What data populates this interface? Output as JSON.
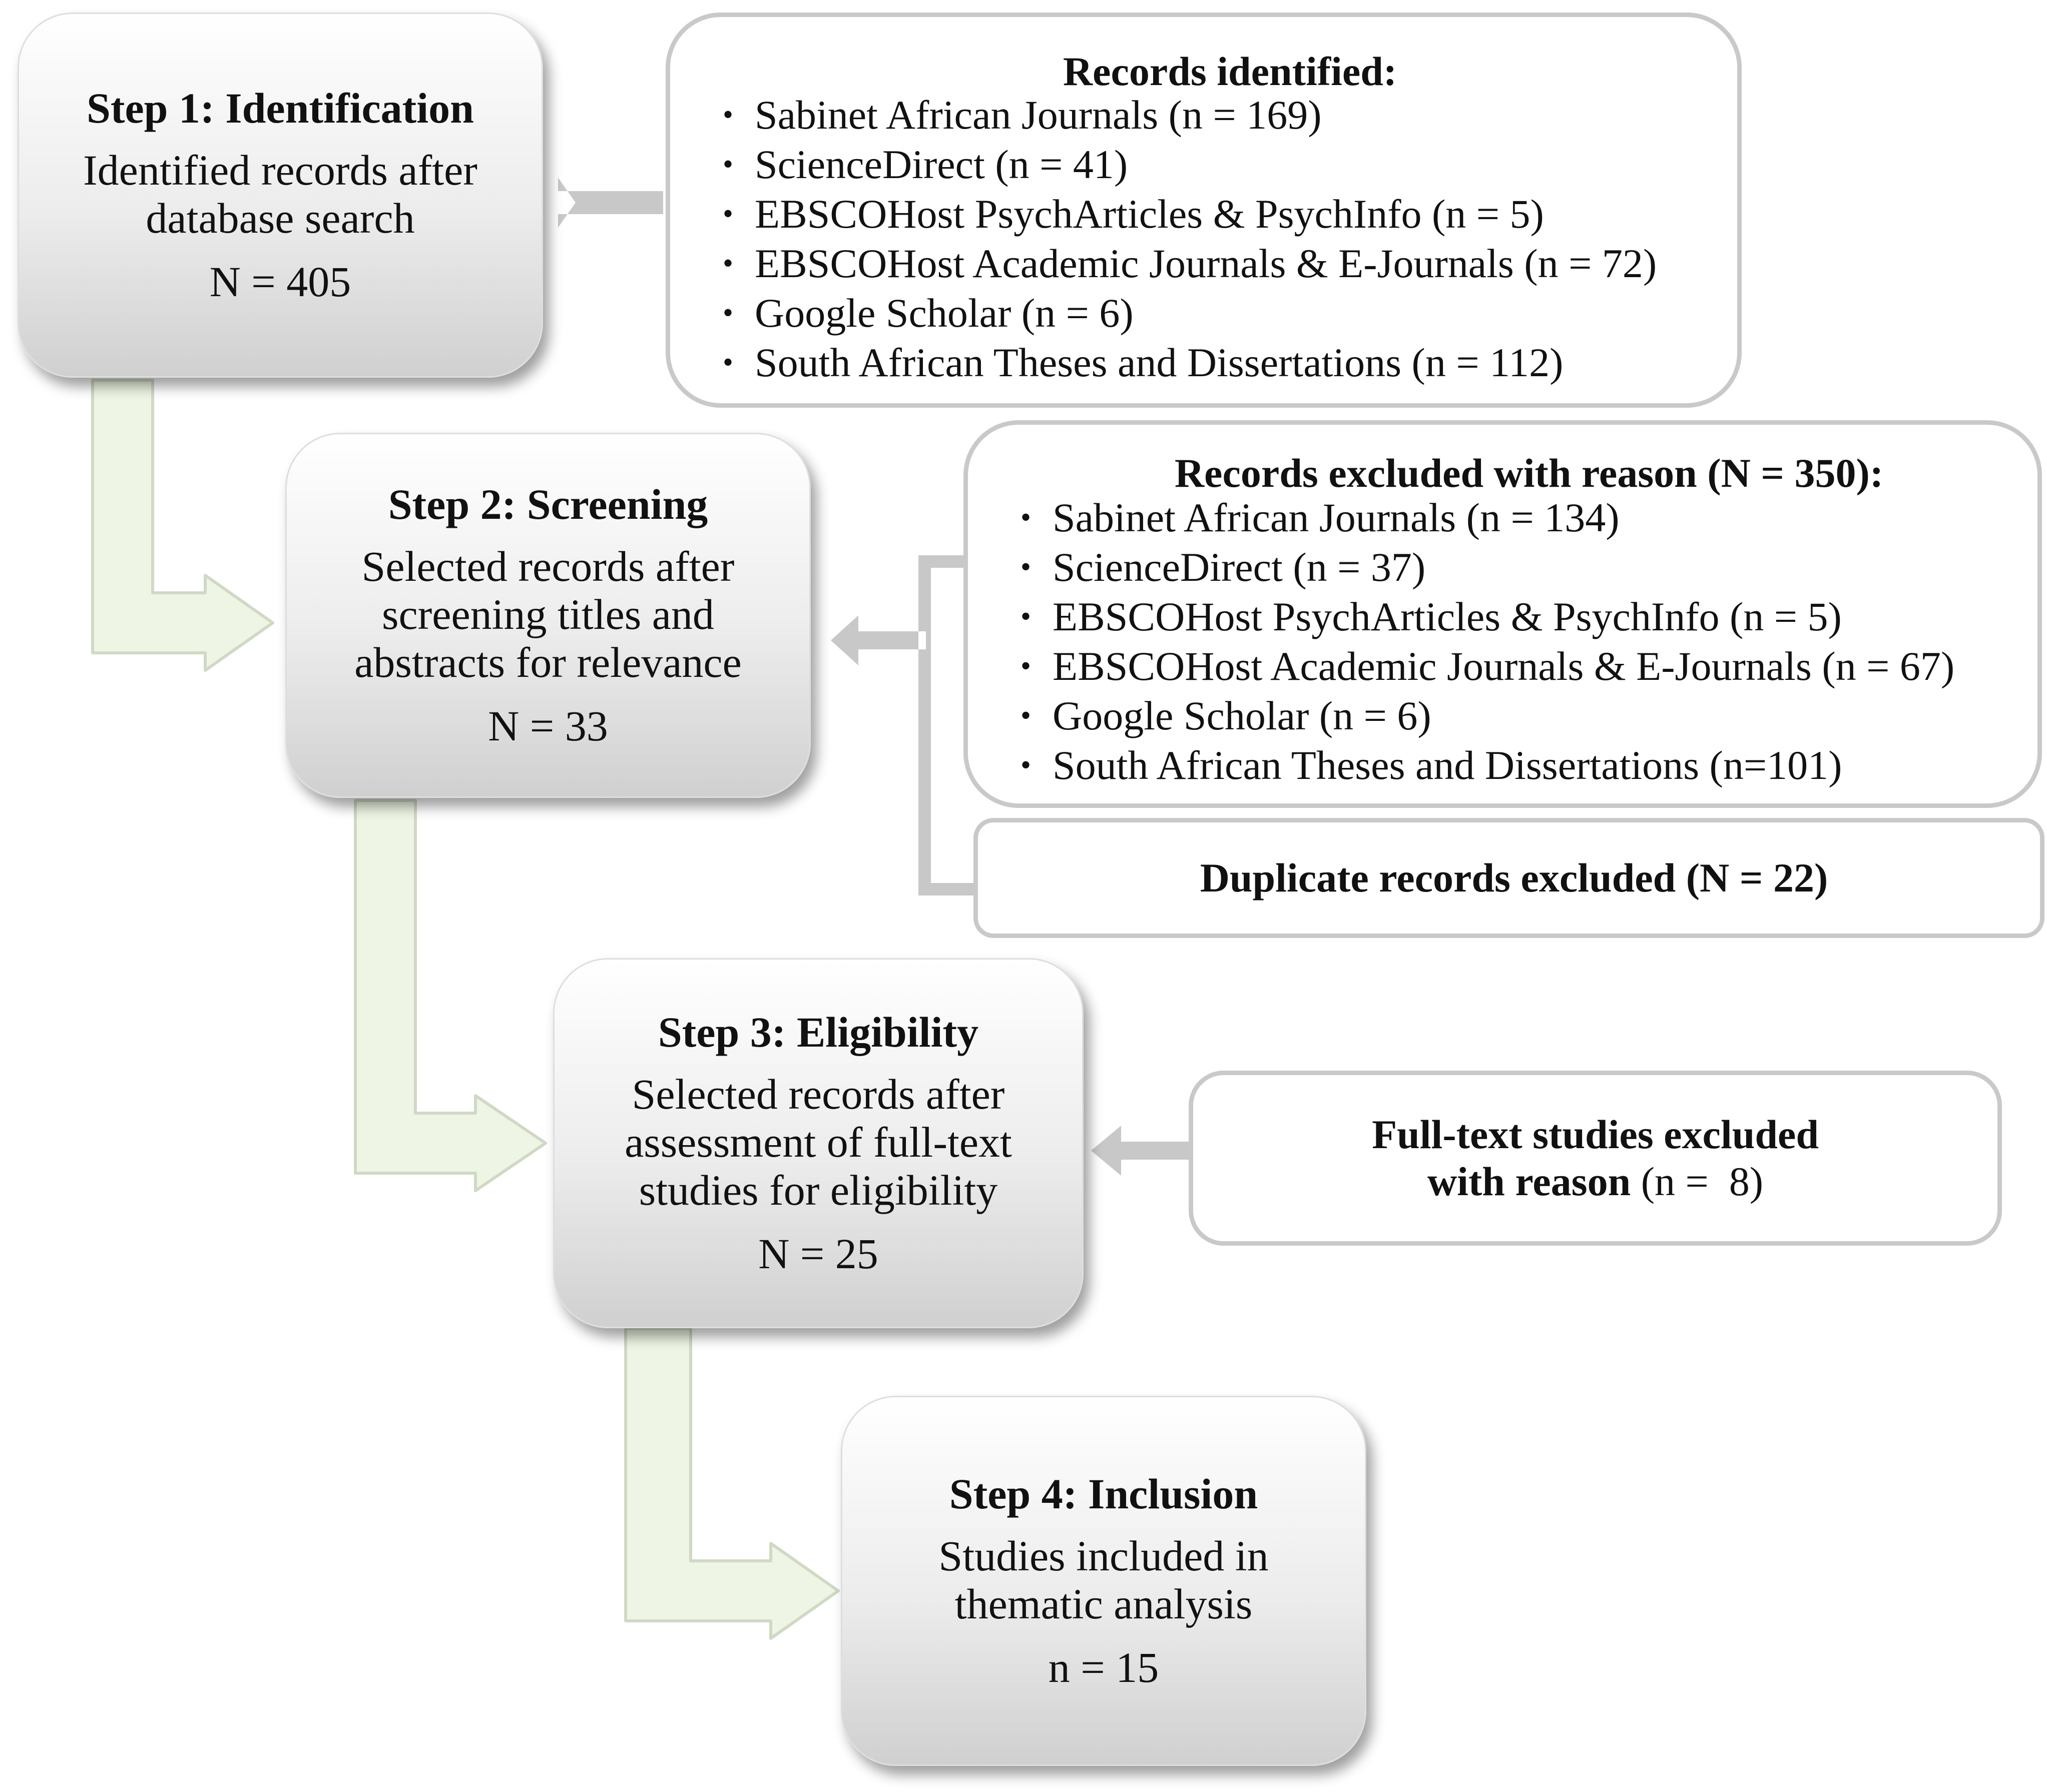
{
  "steps": [
    {
      "title": "Step 1:  Identification",
      "description": [
        "Identified records after",
        "database search"
      ],
      "n": "N = 405"
    },
    {
      "title": "Step 2: Screening",
      "description": [
        "Selected records after",
        "screening titles and",
        "abstracts for relevance"
      ],
      "n": "N = 33"
    },
    {
      "title": "Step 3:  Eligibility",
      "description": [
        "Selected records after",
        "assessment of full-text",
        "studies for eligibility"
      ],
      "n": "N = 25"
    },
    {
      "title": "Step 4:  Inclusion",
      "description": [
        "Studies included in",
        "thematic analysis"
      ],
      "n": "n = 15"
    }
  ],
  "records_identified": {
    "heading": "Records identified:",
    "items": [
      "Sabinet African Journals (n = 169)",
      "ScienceDirect (n = 41)",
      "EBSCOHost PsychArticles & PsychInfo (n = 5)",
      "EBSCOHost Academic Journals & E-Journals (n = 72)",
      "Google Scholar (n = 6)",
      "South African Theses and Dissertations (n = 112)"
    ]
  },
  "records_excluded": {
    "heading": "Records excluded with reason (N = 350):",
    "items": [
      "Sabinet African Journals (n = 134)",
      "ScienceDirect (n = 37)",
      "EBSCOHost PsychArticles & PsychInfo (n = 5)",
      "EBSCOHost Academic Journals & E-Journals (n = 67)",
      "Google Scholar (n = 6)",
      "South African Theses and Dissertations (n=101)"
    ]
  },
  "duplicates": {
    "label": "Duplicate records excluded (N = 22)"
  },
  "fulltext_excluded": {
    "line1": "Full-text studies excluded",
    "line2_bold": "with reason",
    "line2_rest": " (n =  8)"
  },
  "bullet_symbol": "•",
  "colors": {
    "down_arrow_fill": "#eef5e4",
    "down_arrow_stroke": "#cfd9c4",
    "side_arrow": "#c8c8c8",
    "side_border": "#c9c9c9"
  }
}
